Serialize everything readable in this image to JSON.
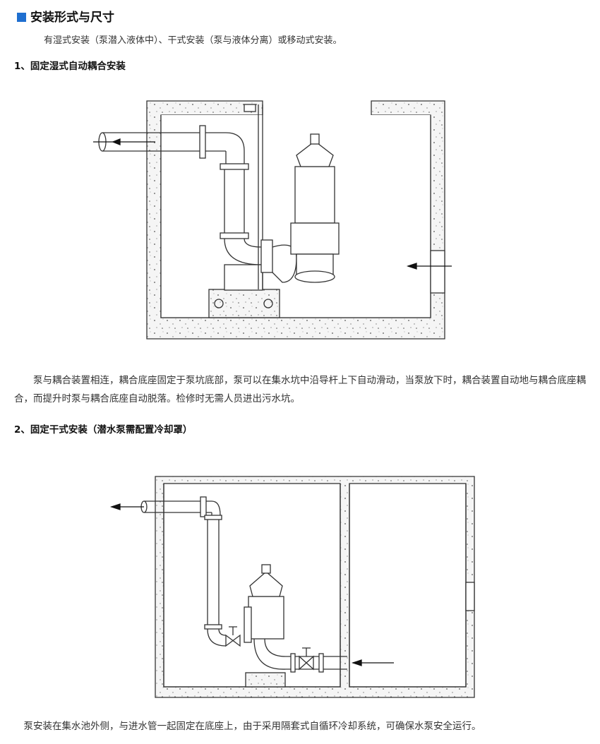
{
  "section_title": "安装形式与尺寸",
  "intro": "有湿式安装（泵潜入液体中）、干式安装（泵与液体分离）或移动式安装。",
  "method1": {
    "title": "1、固定湿式自动耦合安装",
    "description": "泵与耦合装置相连，耦合底座固定于泵坑底部，泵可以在集水坑中沿导杆上下自动滑动，当泵放下时，耦合装置自动地与耦合底座耦合，而提升时泵与耦合底座自动脱落。检修时无需人员进出污水坑。"
  },
  "method2": {
    "title": "2、固定干式安装（潜水泵需配置冷却罩）",
    "description": "泵安装在集水池外侧，与进水管一起固定在底座上，由于采用隔套式自循环冷却系统，可确保水泵安全运行。"
  },
  "colors": {
    "accent": "#1f6fd0",
    "line": "#333333",
    "concrete": "#f4f4f4"
  }
}
